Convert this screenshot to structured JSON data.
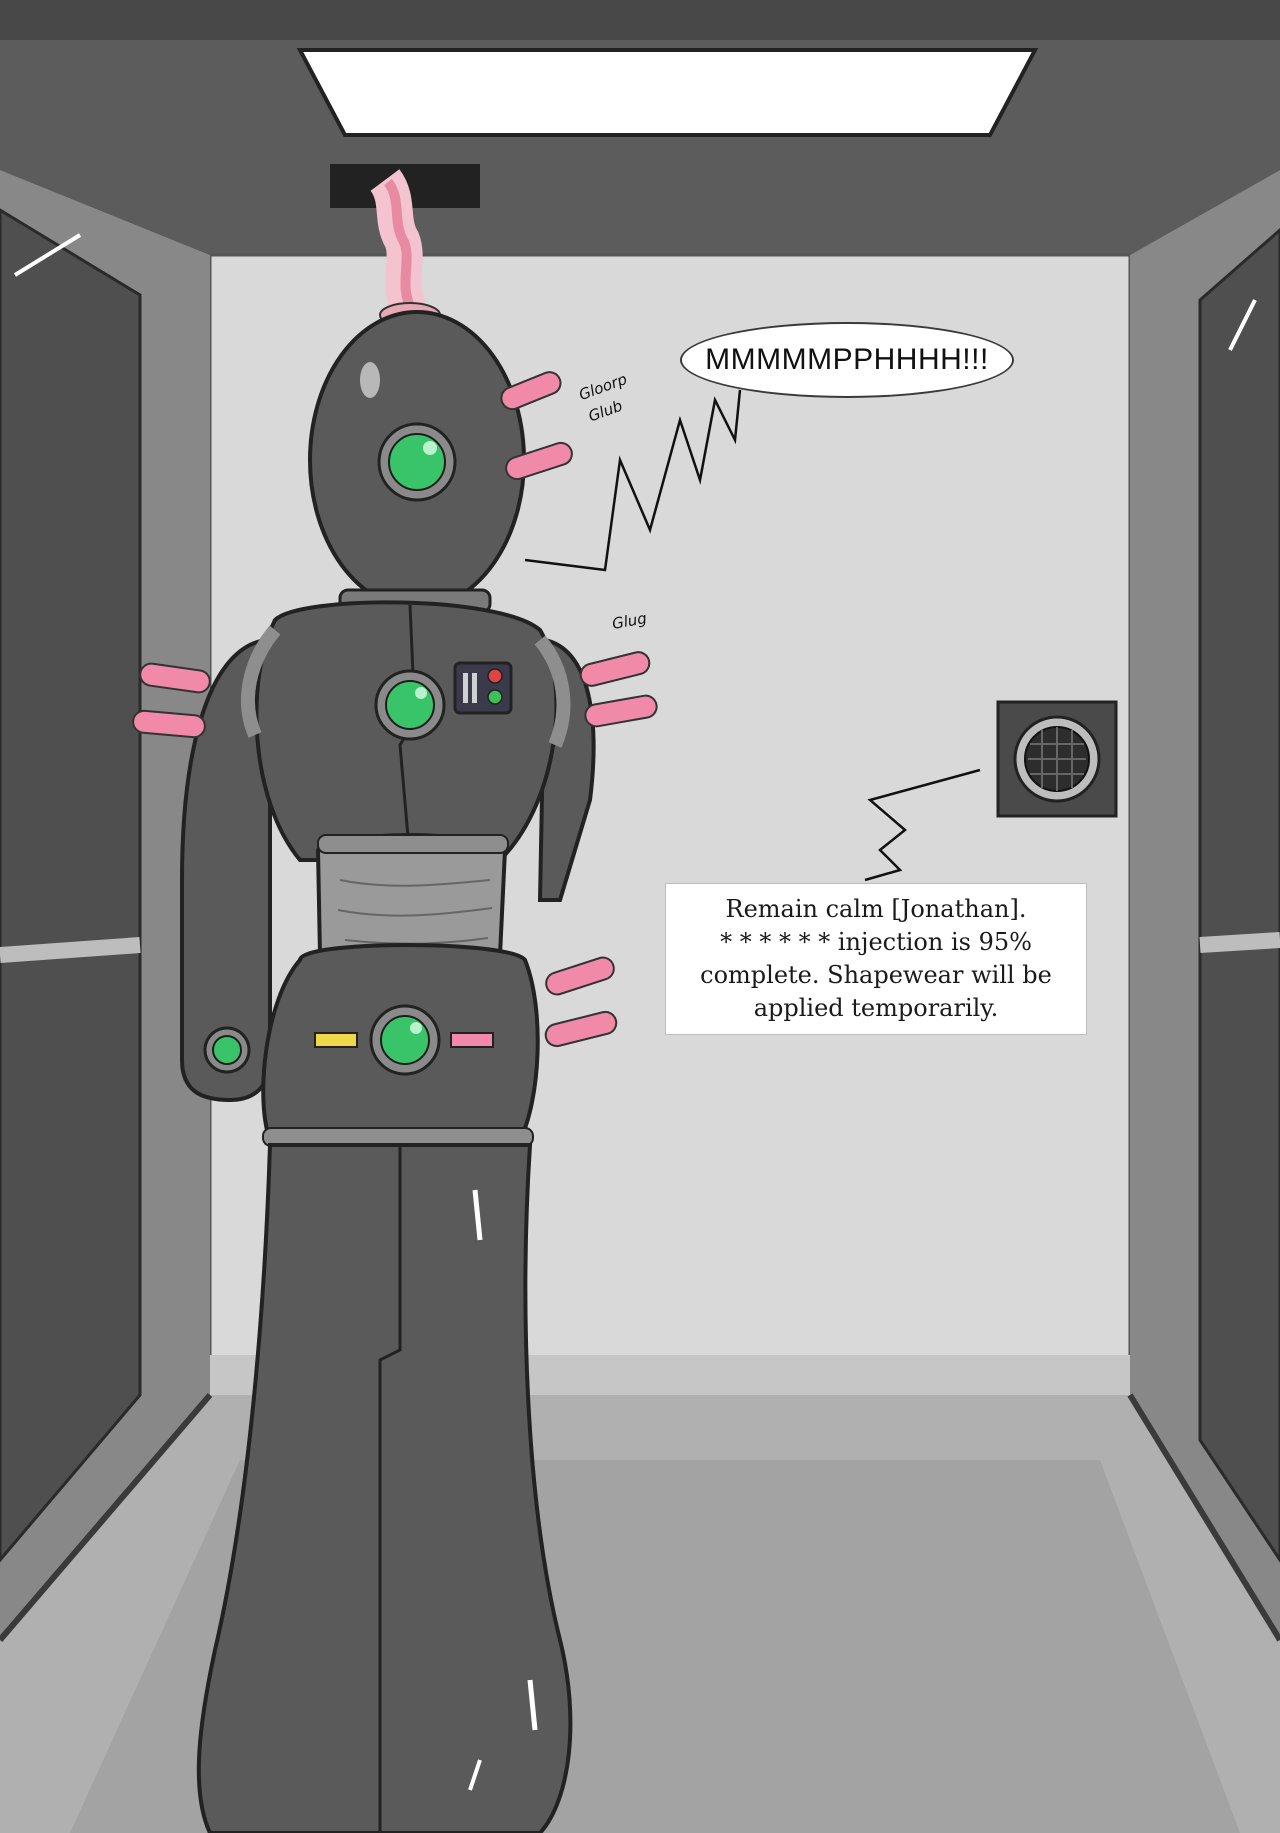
{
  "speech": {
    "text": "MMMMMPPHHHH!!!"
  },
  "sfx": {
    "one": "Gloorp",
    "two": "Glub",
    "three": "Glug"
  },
  "notice": {
    "lines": [
      "Remain calm [Jonathan].",
      "* * * * * * injection is 95%",
      "complete.  Shapewear will be",
      "applied temporarily."
    ]
  },
  "colors": {
    "wall": "#d9d9d9",
    "suit": "#5a5a5a",
    "lens": "#39c46a",
    "fluid": "#f08aa8"
  }
}
